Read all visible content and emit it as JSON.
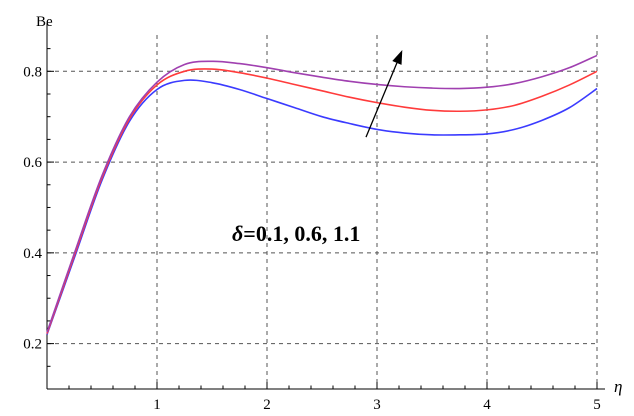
{
  "chart_data": {
    "type": "line",
    "xlabel": "η",
    "ylabel": "Be",
    "xlim": [
      0,
      5
    ],
    "ylim": [
      0.1,
      0.88
    ],
    "x_ticks": [
      1,
      2,
      3,
      4,
      5
    ],
    "y_ticks": [
      0.2,
      0.4,
      0.6,
      0.8
    ],
    "x_tick_labels": [
      "1",
      "2",
      "3",
      "4",
      "5"
    ],
    "y_tick_labels": [
      "0.2",
      "0.4",
      "0.6",
      "0.8"
    ],
    "grid": true,
    "annotation": {
      "symbol": "δ",
      "text": "=0.1, 0.6, 1.1",
      "arrow": {
        "from": [
          2.9,
          0.655
        ],
        "to": [
          3.23,
          0.847
        ]
      }
    },
    "x": [
      0,
      0.25,
      0.5,
      0.75,
      1,
      1.25,
      1.5,
      1.75,
      2,
      2.25,
      2.5,
      2.75,
      3,
      3.25,
      3.5,
      3.75,
      4,
      4.25,
      4.5,
      4.75,
      5
    ],
    "series": [
      {
        "color": "#3b3bff",
        "values": [
          0.22,
          0.39,
          0.56,
          0.69,
          0.76,
          0.78,
          0.775,
          0.76,
          0.74,
          0.72,
          0.7,
          0.685,
          0.672,
          0.664,
          0.66,
          0.66,
          0.662,
          0.672,
          0.692,
          0.72,
          0.762
        ]
      },
      {
        "color": "#ff3b3b",
        "values": [
          0.222,
          0.395,
          0.565,
          0.695,
          0.77,
          0.8,
          0.805,
          0.797,
          0.785,
          0.771,
          0.757,
          0.743,
          0.731,
          0.721,
          0.714,
          0.712,
          0.715,
          0.725,
          0.745,
          0.77,
          0.8
        ]
      },
      {
        "color": "#a040b0",
        "values": [
          0.225,
          0.4,
          0.57,
          0.7,
          0.776,
          0.815,
          0.822,
          0.817,
          0.808,
          0.797,
          0.787,
          0.778,
          0.771,
          0.766,
          0.763,
          0.762,
          0.765,
          0.773,
          0.788,
          0.808,
          0.835
        ]
      }
    ]
  }
}
